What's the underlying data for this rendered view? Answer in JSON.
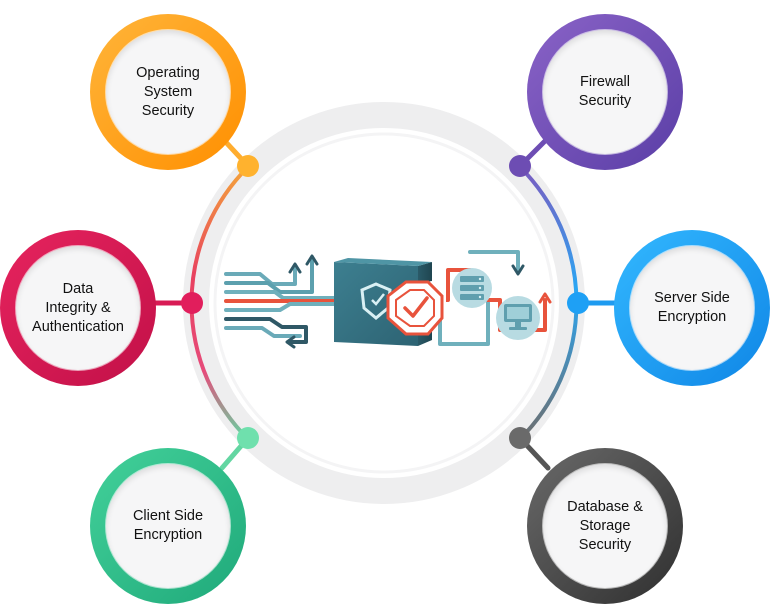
{
  "nodes": [
    {
      "id": "os",
      "label": "Operating\nSystem\nSecurity",
      "color": "#ff9f1c"
    },
    {
      "id": "fw",
      "label": "Firewall\nSecurity",
      "color": "#6d4db3"
    },
    {
      "id": "di",
      "label": "Data\nIntegrity &\nAuthentication",
      "color": "#d81b55"
    },
    {
      "id": "ss",
      "label": "Server Side\nEncryption",
      "color": "#1e9bf0"
    },
    {
      "id": "cs",
      "label": "Client Side\nEncryption",
      "color": "#2cc08a"
    },
    {
      "id": "db",
      "label": "Database &\nStorage\nSecurity",
      "color": "#4a4a4a"
    }
  ],
  "illustration": {
    "icons": [
      "firewall-wall-icon",
      "shield-check-icon",
      "server-icon",
      "monitor-icon"
    ],
    "colors": {
      "teal": "#5aa2b0",
      "red": "#e8533c",
      "dark": "#2f5866"
    }
  }
}
